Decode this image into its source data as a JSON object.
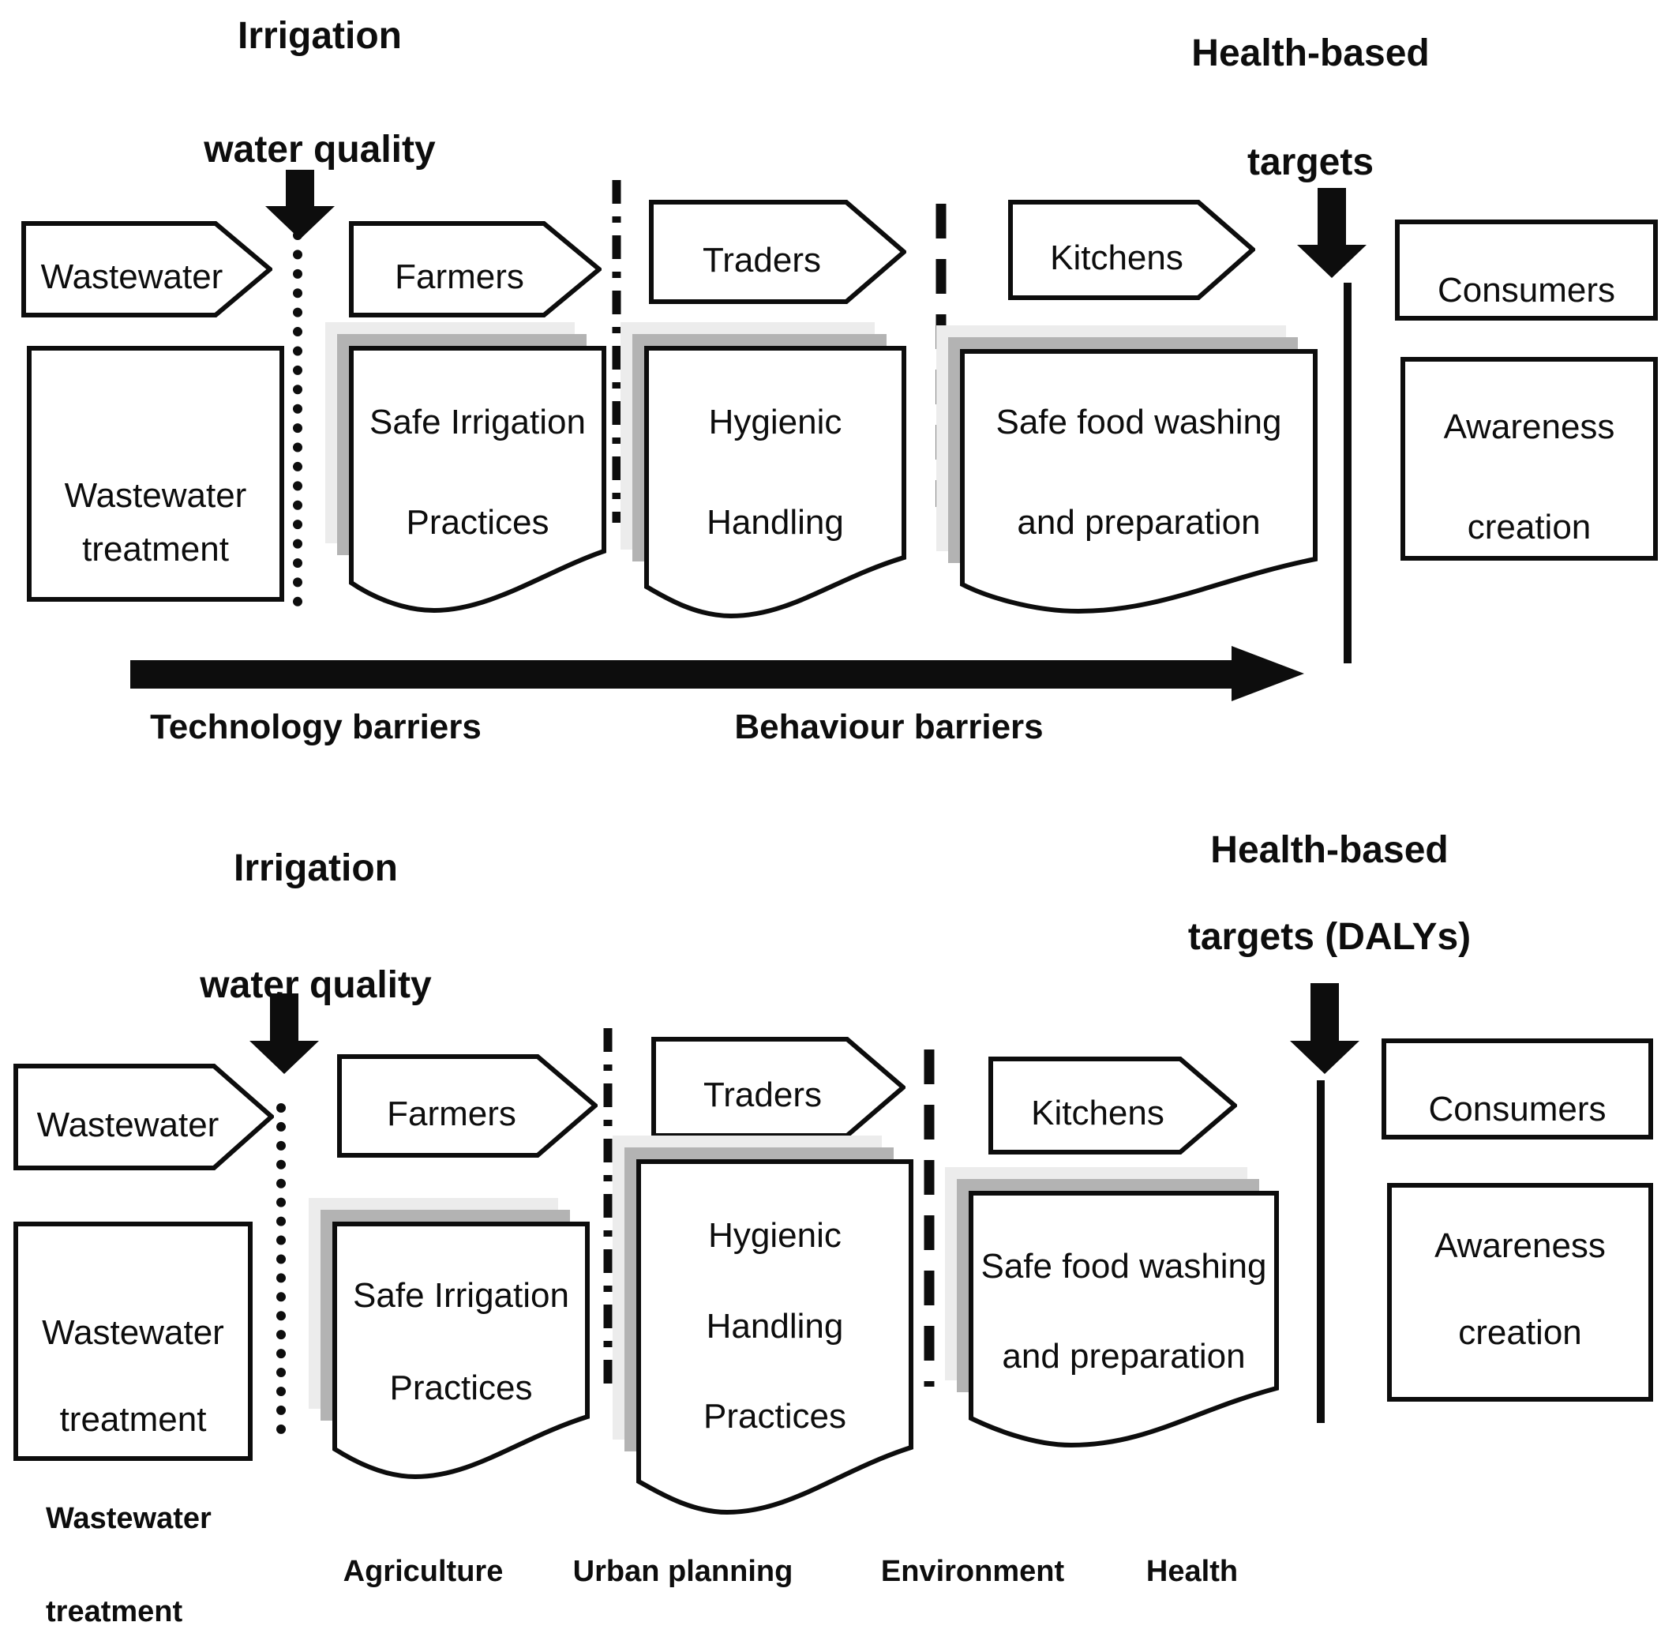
{
  "colors": {
    "ink": "#0d0d0d",
    "shadow_mid": "#b3b3b3",
    "shadow_light": "#ececec",
    "fill": "#ffffff"
  },
  "top": {
    "title_left": {
      "line1": "Irrigation",
      "line2": "water quality"
    },
    "title_right": {
      "line1": "Health-based",
      "line2": "targets"
    },
    "nodes": {
      "wastewater": "Wastewater",
      "farmers": "Farmers",
      "traders": "Traders",
      "kitchens": "Kitchens",
      "consumers": "Consumers"
    },
    "treatment": {
      "line1": "Wastewater",
      "line2": "treatment"
    },
    "irrigation_doc": {
      "line1": "Safe Irrigation",
      "line2": "Practices"
    },
    "hygienic_doc": {
      "line1": "Hygienic",
      "line2": "Handling"
    },
    "food_doc": {
      "line1": "Safe food washing",
      "line2": "and preparation"
    },
    "awareness": {
      "line1": "Awareness",
      "line2": "creation"
    },
    "barriers": {
      "technology": "Technology barriers",
      "behaviour": "Behaviour barriers"
    }
  },
  "bottom": {
    "title_left": {
      "line1": "Irrigation",
      "line2": "water quality"
    },
    "title_right": {
      "line1": "Health-based",
      "line2": "targets (DALYs)"
    },
    "nodes": {
      "wastewater": "Wastewater",
      "farmers": "Farmers",
      "traders": "Traders",
      "kitchens": "Kitchens",
      "consumers": "Consumers"
    },
    "treatment": {
      "line1": "Wastewater",
      "line2": "treatment"
    },
    "irrigation_doc": {
      "line1": "Safe Irrigation",
      "line2": "Practices"
    },
    "hygienic_doc": {
      "line1": "Hygienic",
      "line2": "Handling",
      "line3": "Practices"
    },
    "food_doc": {
      "line1": "Safe food washing",
      "line2": "and preparation"
    },
    "awareness": {
      "line1": "Awareness",
      "line2": "creation"
    },
    "sectors": {
      "left_line1": "Wastewater",
      "left_line2": "treatment",
      "agriculture": "Agriculture",
      "urban": "Urban planning",
      "environment": "Environment",
      "health": "Health"
    }
  }
}
